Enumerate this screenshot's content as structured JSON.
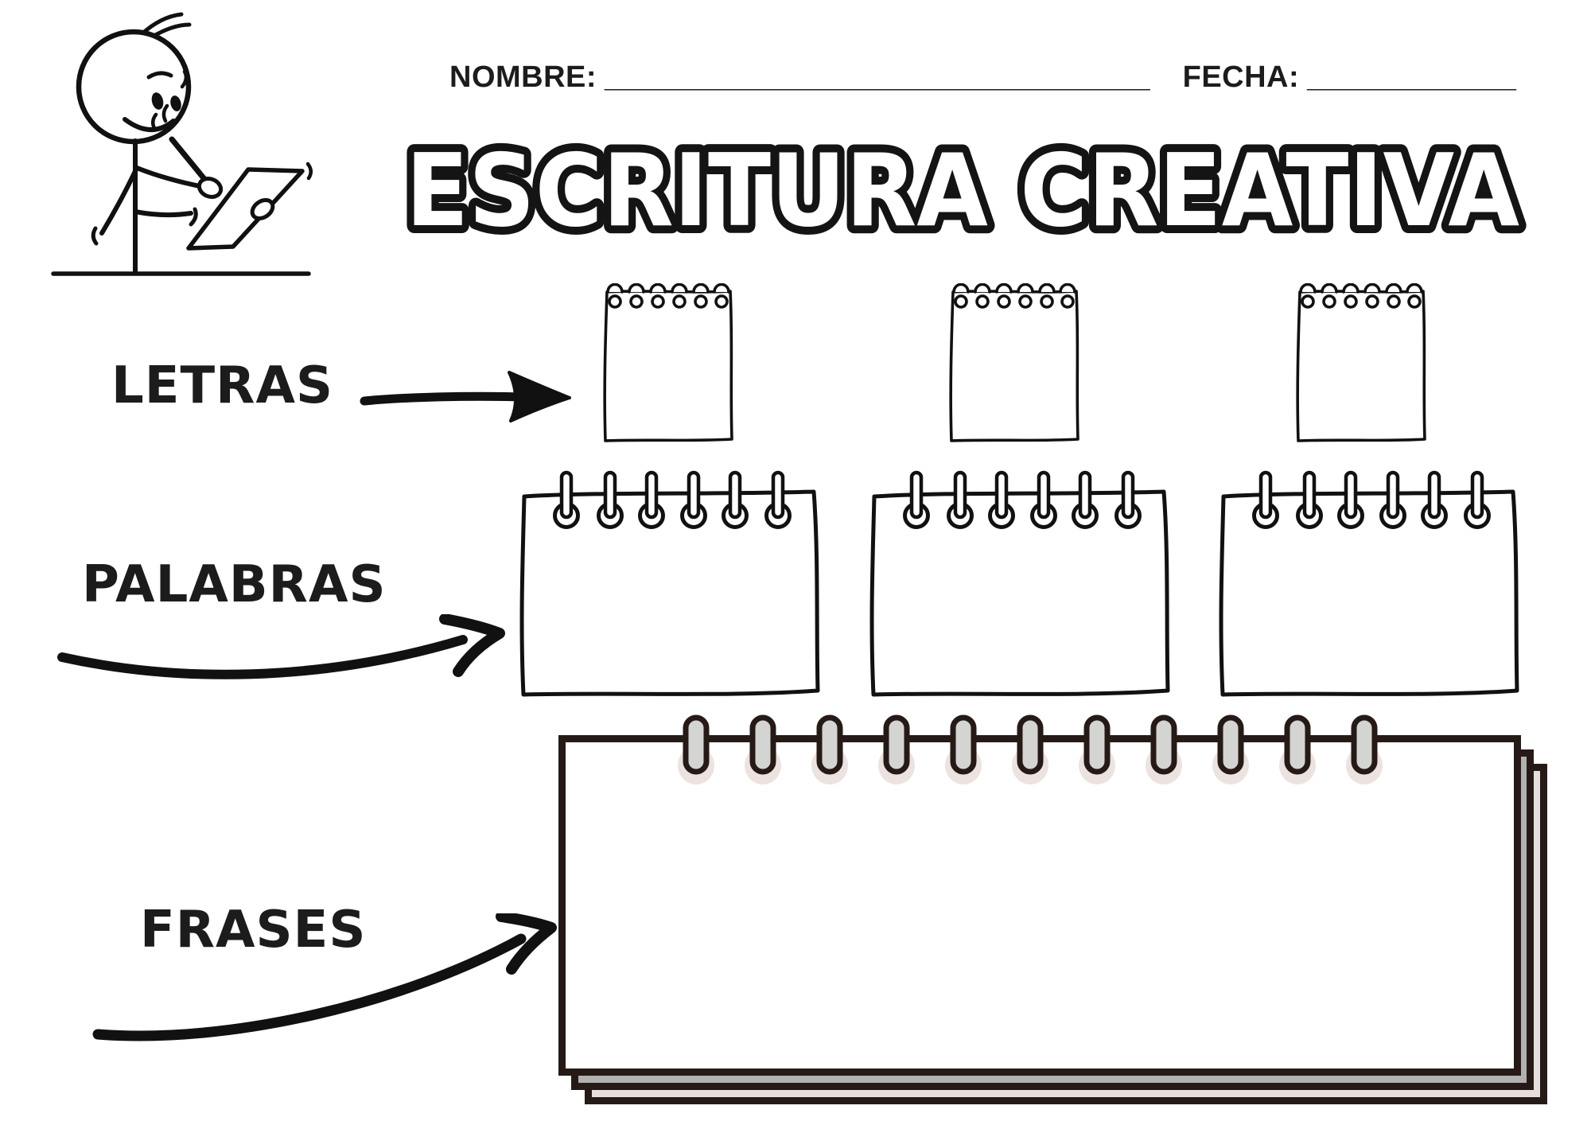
{
  "header": {
    "name_label": "NOMBRE:",
    "name_line": "__________________________________",
    "date_label": "FECHA:",
    "date_line": "_____________"
  },
  "title": "ESCRITURA CREATIVA",
  "sections": {
    "letras": "LETRAS",
    "palabras": "PALABRAS",
    "frases": "FRASES"
  },
  "pads": {
    "letras_count": 3,
    "palabras_count": 3,
    "frases_count": 1,
    "big_notebook_ring_count": 11,
    "medium_pad_ring_count": 6,
    "small_pad_hole_count": 6
  },
  "icons": {
    "writer": "writer-stick-figure-icon",
    "small_pad": "torn-notepad-icon",
    "medium_pad": "spiral-notepad-icon",
    "big_notebook": "spiral-notebook-icon",
    "arrow_straight": "arrow-right-icon",
    "arrow_curved": "curved-arrow-right-icon"
  },
  "colors": {
    "ink": "#1c1c1c",
    "outline": "#141414",
    "nb-dark": "#261a17",
    "ring-gray": "#d4d4d2",
    "ring-shadow": "#ece3e0",
    "sheet-gray": "#b1b1af",
    "sheet-pink": "#e5dedd"
  }
}
